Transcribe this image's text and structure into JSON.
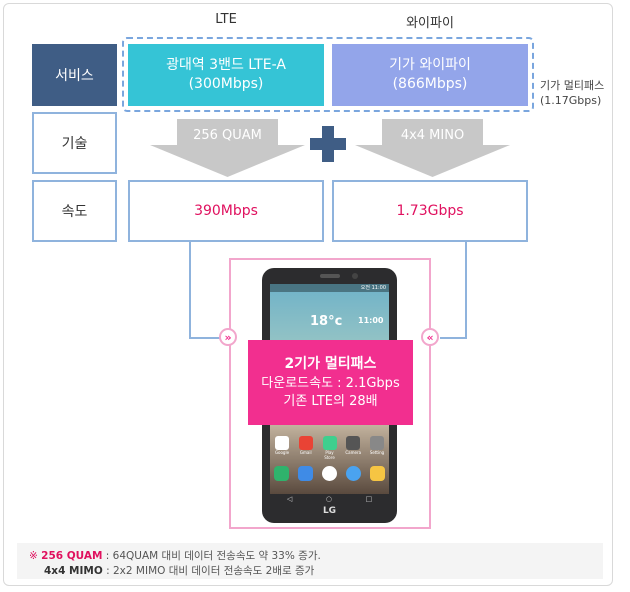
{
  "columns": {
    "lte": "LTE",
    "wifi": "와이파이"
  },
  "rows": {
    "service": "서비스",
    "tech": "기술",
    "speed": "속도"
  },
  "service": {
    "lte_line1": "광대역 3밴드 LTE-A",
    "lte_line2": "(300Mbps)",
    "wifi_line1": "기가 와이파이",
    "wifi_line2": "(866Mbps)"
  },
  "multipath_note": {
    "line1": "기가 멀티패스",
    "line2": "(1.17Gbps)"
  },
  "tech": {
    "lte": "256 QUAM",
    "wifi": "4x4 MINO",
    "plus": "+"
  },
  "speeds": {
    "lte": "390Mbps",
    "wifi": "1.73Gbps"
  },
  "badge": {
    "title": "2기가 멀티패스",
    "line2": "다운로드속도 : 2.1Gbps",
    "line3": "기존 LTE의 28배"
  },
  "phone": {
    "weather_temp": "18°c",
    "clock": "11:00",
    "status_time": "오전 11:00",
    "apps": [
      "Google",
      "Gmail",
      "Play Store",
      "Camera",
      "Setting"
    ],
    "brand": "LG"
  },
  "footnote": {
    "mark": "※",
    "item1_term": "256 QUAM",
    "item1_text": " : 64QUAM 대비 데이터 전송속도 약 33% 증가.",
    "item2_term": "4x4 MIMO",
    "item2_text": " : 2x2 MIMO 대비 데이터 전송속도 2배로 증가"
  },
  "colors": {
    "lte_box": "#35c4d6",
    "wifi_box": "#93a5ea",
    "row_dark": "#3f5d85",
    "accent_pink": "#f22f8f",
    "speed_text": "#e0115f",
    "border_blue": "#8fb3dd"
  }
}
